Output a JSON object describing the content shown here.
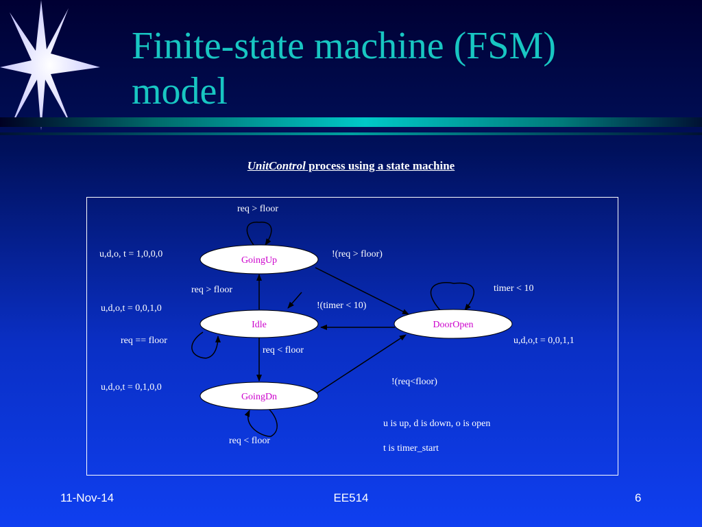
{
  "slide": {
    "title_line1": "Finite-state machine (FSM)",
    "title_line2": "model",
    "caption_emphasis": "UnitControl",
    "caption_rest": " process using a state machine"
  },
  "diagram": {
    "states": {
      "going_up": "GoingUp",
      "idle": "Idle",
      "door_open": "DoorOpen",
      "going_dn": "GoingDn"
    },
    "labels": {
      "going_up_self": "req > floor",
      "going_up_output": "u,d,o, t = 1,0,0,0",
      "going_up_to_door": "!(req > floor)",
      "door_self": "timer < 10",
      "idle_to_up": "req > floor",
      "door_to_idle": "!(timer < 10)",
      "idle_output": "u,d,o,t = 0,0,1,0",
      "idle_self": "req == floor",
      "idle_to_dn": "req < floor",
      "door_output": "u,d,o,t = 0,0,1,1",
      "dn_to_door": "!(req<floor)",
      "going_dn_output": "u,d,o,t = 0,1,0,0",
      "legend_1": "u is up, d is down, o is open",
      "going_dn_self": "req < floor",
      "legend_2": "t is timer_start"
    }
  },
  "footer": {
    "date": "11-Nov-14",
    "course": "EE514",
    "page": "6"
  },
  "colors": {
    "title": "#18c6c2",
    "state_label": "#cc00cc",
    "text": "#ffffff"
  }
}
